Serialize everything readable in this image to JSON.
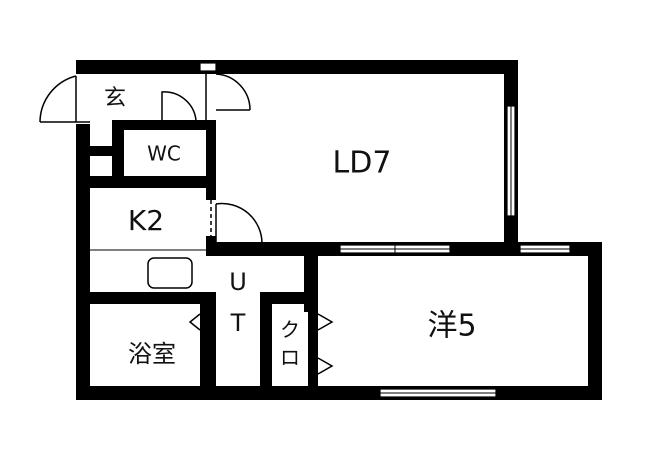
{
  "rooms": {
    "entrance": "玄",
    "wc": "WC",
    "living_dining": "LD7",
    "kitchen": "K2",
    "utility_u": "U",
    "utility_t": "T",
    "bath": "浴室",
    "closet_1": "ク",
    "closet_2": "ロ",
    "western_room": "洋5"
  },
  "colors": {
    "wall": "#000000",
    "background": "#ffffff",
    "window": "#ffffff"
  }
}
